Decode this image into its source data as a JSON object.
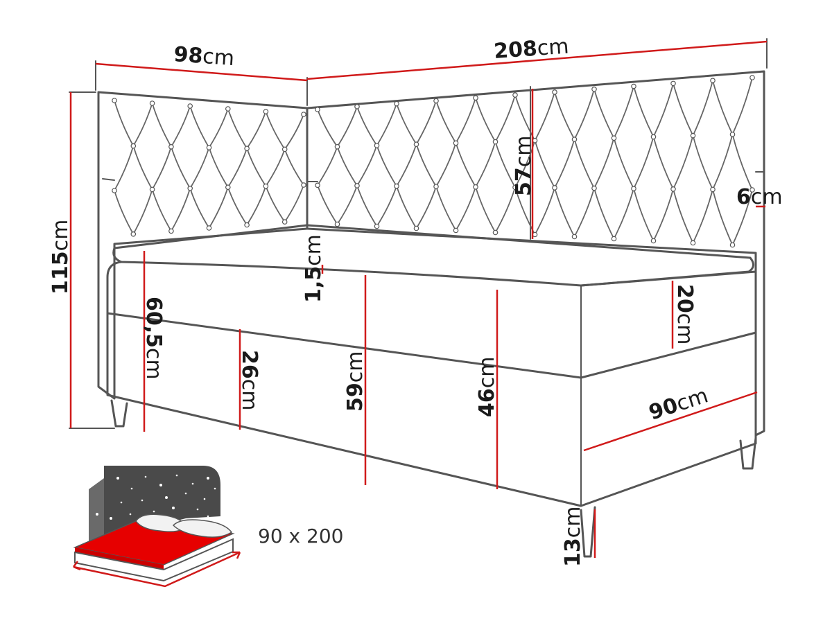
{
  "dimensions": {
    "width_short": {
      "value": "98",
      "unit": "cm"
    },
    "width_long": {
      "value": "208",
      "unit": "cm"
    },
    "total_height": {
      "value": "115",
      "unit": "cm"
    },
    "headboard_height": {
      "value": "57",
      "unit": "cm"
    },
    "headboard_thickness": {
      "value": "6",
      "unit": "cm"
    },
    "topper_thickness": {
      "value": "1,5",
      "unit": "cm"
    },
    "mattress_height": {
      "value": "20",
      "unit": "cm"
    },
    "side_height": {
      "value": "60,5",
      "unit": "cm"
    },
    "box_height": {
      "value": "26",
      "unit": "cm"
    },
    "sleeping_height": {
      "value": "59",
      "unit": "cm"
    },
    "frame_height": {
      "value": "46",
      "unit": "cm"
    },
    "bed_width": {
      "value": "90",
      "unit": "cm"
    },
    "leg_height": {
      "value": "13",
      "unit": "cm"
    }
  },
  "sleeping_area": "90 x 200",
  "colors": {
    "dimension_line": "#d01a1a",
    "outline": "#555555",
    "mattress_icon": "#e60000",
    "headboard_icon": "#4a4a4a"
  }
}
